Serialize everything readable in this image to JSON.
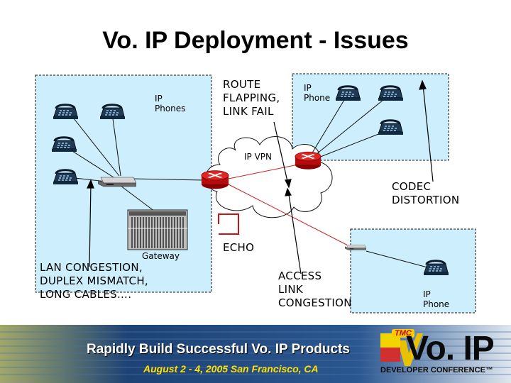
{
  "title": "Vo. IP Deployment - Issues",
  "labels": {
    "ip_phones_left": "IP\nPhones",
    "ip_phone_top": "IP\nPhone",
    "ip_phone_bottom": "IP\nPhone",
    "route_flapping": "ROUTE\nFLAPPING,\nLINK FAIL",
    "ip_vpn": "IP VPN",
    "codec_distortion": "CODEC\nDISTORTION",
    "echo": "ECHO",
    "gateway": "Gateway",
    "lan_congestion": "LAN CONGESTION,\nDUPLEX MISMATCH,\nLONG CABLES….",
    "access_congestion": "ACCESS\nLINK\nCONGESTION"
  },
  "footer": {
    "tagline": "Rapidly Build Successful Vo. IP Products",
    "date_location": "August 2 - 4, 2005 San Francisco, CA",
    "logo_brand": "TMC",
    "logo_text": "Vo. IP",
    "logo_subtitle": "DEVELOPER CONFERENCE™"
  },
  "colors": {
    "site_fill": "#cdeefc",
    "site_border": "#111111",
    "router": "#cc1111",
    "link": "#cc2222",
    "footer_bg": "#1a3f6e",
    "footer_accent": "#ffe000"
  }
}
